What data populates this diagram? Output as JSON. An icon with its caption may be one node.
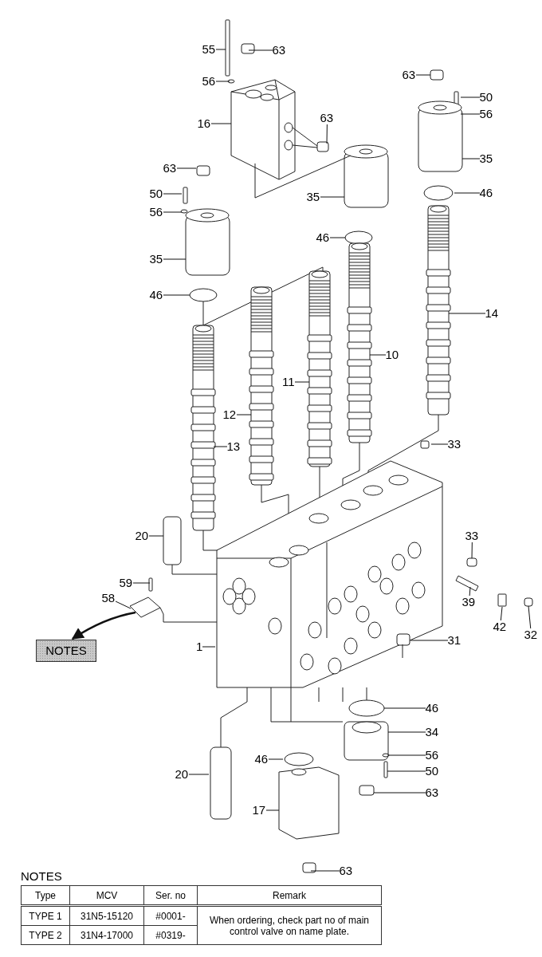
{
  "diagram": {
    "nodes": [
      {
        "text": [
          "55"
        ]
      },
      {
        "text": [
          "63"
        ]
      },
      {
        "text": [
          "56"
        ]
      },
      {
        "text": [
          "63"
        ]
      },
      {
        "text": [
          "50"
        ]
      },
      {
        "text": [
          "16"
        ]
      },
      {
        "text": [
          "56"
        ]
      },
      {
        "text": [
          "63"
        ]
      },
      {
        "text": [
          "63"
        ]
      },
      {
        "text": [
          "35"
        ]
      },
      {
        "text": [
          "50"
        ]
      },
      {
        "text": [
          "46"
        ]
      },
      {
        "text": [
          "35"
        ]
      },
      {
        "text": [
          "56"
        ]
      },
      {
        "text": [
          "46"
        ]
      },
      {
        "text": [
          "35"
        ]
      },
      {
        "text": [
          "46"
        ]
      },
      {
        "text": [
          "14"
        ]
      },
      {
        "text": [
          "10"
        ]
      },
      {
        "text": [
          "11"
        ]
      },
      {
        "text": [
          "12"
        ]
      },
      {
        "text": [
          "13"
        ]
      },
      {
        "text": [
          "33"
        ]
      },
      {
        "text": [
          "20"
        ]
      },
      {
        "text": [
          "33"
        ]
      },
      {
        "text": [
          "59"
        ]
      },
      {
        "text": [
          "58"
        ]
      },
      {
        "text": [
          "39"
        ]
      },
      {
        "text": [
          "42"
        ]
      },
      {
        "text": [
          "32"
        ]
      },
      {
        "text": [
          "31"
        ]
      },
      {
        "text": [
          "1"
        ]
      },
      {
        "text": [
          "46"
        ]
      },
      {
        "text": [
          "34"
        ]
      },
      {
        "text": [
          "56"
        ]
      },
      {
        "text": [
          "46"
        ]
      },
      {
        "text": [
          "50"
        ]
      },
      {
        "text": [
          "20"
        ]
      },
      {
        "text": [
          "63"
        ]
      },
      {
        "text": [
          "17"
        ]
      },
      {
        "text": [
          "63"
        ]
      },
      {
        "text": [
          "NOTES"
        ]
      }
    ],
    "edges": [
      {
        "from": 0,
        "to": null,
        "arrow": "none"
      },
      {
        "from": 1,
        "to": null,
        "arrow": "none"
      },
      {
        "from": 2,
        "to": null,
        "arrow": "none"
      },
      {
        "from": 3,
        "to": null,
        "arrow": "none"
      },
      {
        "from": 4,
        "to": null,
        "arrow": "none"
      },
      {
        "from": 5,
        "to": null,
        "arrow": "none"
      },
      {
        "from": 6,
        "to": null,
        "arrow": "none"
      },
      {
        "from": 7,
        "to": null,
        "arrow": "none"
      },
      {
        "from": 8,
        "to": null,
        "arrow": "none"
      },
      {
        "from": 9,
        "to": null,
        "arrow": "none"
      },
      {
        "from": 10,
        "to": null,
        "arrow": "none"
      },
      {
        "from": 11,
        "to": null,
        "arrow": "none"
      },
      {
        "from": 12,
        "to": null,
        "arrow": "none"
      },
      {
        "from": 13,
        "to": null,
        "arrow": "none"
      },
      {
        "from": 14,
        "to": null,
        "arrow": "none"
      },
      {
        "from": 15,
        "to": null,
        "arrow": "none"
      },
      {
        "from": 16,
        "to": null,
        "arrow": "none"
      },
      {
        "from": 17,
        "to": null,
        "arrow": "none"
      },
      {
        "from": 18,
        "to": null,
        "arrow": "none"
      },
      {
        "from": 19,
        "to": null,
        "arrow": "none"
      },
      {
        "from": 20,
        "to": null,
        "arrow": "none"
      },
      {
        "from": 21,
        "to": null,
        "arrow": "none"
      },
      {
        "from": 22,
        "to": null,
        "arrow": "none"
      },
      {
        "from": 23,
        "to": null,
        "arrow": "none"
      },
      {
        "from": 24,
        "to": null,
        "arrow": "none"
      },
      {
        "from": 25,
        "to": null,
        "arrow": "none"
      },
      {
        "from": 26,
        "to": null,
        "arrow": "none"
      },
      {
        "from": 27,
        "to": null,
        "arrow": "none"
      },
      {
        "from": 28,
        "to": null,
        "arrow": "none"
      },
      {
        "from": 29,
        "to": null,
        "arrow": "none"
      },
      {
        "from": 30,
        "to": null,
        "arrow": "none"
      },
      {
        "from": 31,
        "to": null,
        "arrow": "none"
      },
      {
        "from": 32,
        "to": null,
        "arrow": "none"
      },
      {
        "from": 33,
        "to": null,
        "arrow": "none"
      },
      {
        "from": 34,
        "to": null,
        "arrow": "none"
      },
      {
        "from": 35,
        "to": null,
        "arrow": "none"
      },
      {
        "from": 36,
        "to": null,
        "arrow": "none"
      },
      {
        "from": 37,
        "to": null,
        "arrow": "none"
      },
      {
        "from": 38,
        "to": null,
        "arrow": "none"
      },
      {
        "from": 39,
        "to": null,
        "arrow": "none"
      },
      {
        "from": 40,
        "to": null,
        "arrow": "none"
      },
      {
        "from": null,
        "to": 41,
        "arrow": "to"
      }
    ],
    "labels": [
      "NOTES",
      "Type",
      "MCV",
      "Ser. no",
      "Remark",
      "TYPE 1",
      "31N5-15120",
      "#0001-",
      "When ordering, check part no of main control valve on name plate.",
      "TYPE 2",
      "31N4-17000",
      "#0319-"
    ]
  }
}
